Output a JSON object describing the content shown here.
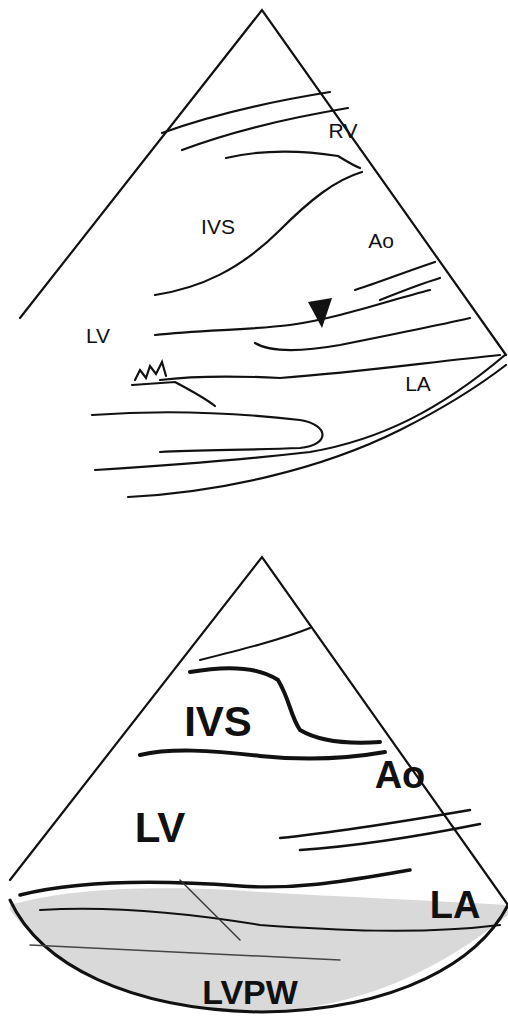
{
  "diagram": {
    "labels": [
      "RV",
      "IVS",
      "Ao",
      "LV",
      "LA",
      "IVS",
      "Ao",
      "LV",
      "LA",
      "LVPW"
    ]
  }
}
